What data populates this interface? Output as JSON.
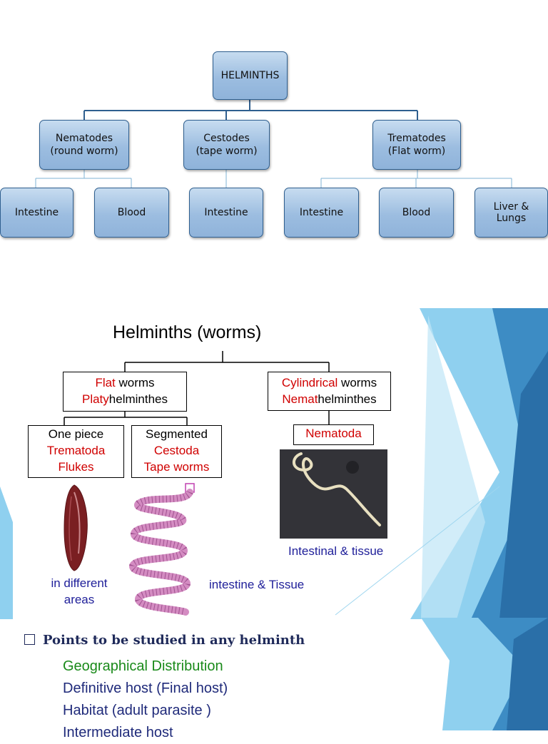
{
  "chart1": {
    "root": "HELMINTHS",
    "groups": [
      {
        "line1": "Nematodes",
        "line2": "(round worm)"
      },
      {
        "line1": "Cestodes",
        "line2": "(tape worm)"
      },
      {
        "line1": "Trematodes",
        "line2": "(Flat worm)"
      }
    ],
    "leaves": [
      {
        "line1": "Intestine",
        "line2": ""
      },
      {
        "line1": "Blood",
        "line2": ""
      },
      {
        "line1": "Intestine",
        "line2": ""
      },
      {
        "line1": "Intestine",
        "line2": ""
      },
      {
        "line1": "Blood",
        "line2": ""
      },
      {
        "line1": "Liver &",
        "line2": "Lungs"
      }
    ]
  },
  "slide2": {
    "title": "Helminths (worms)",
    "flat": {
      "red1": "Flat",
      "rest1": " worms",
      "red2": "Platy",
      "rest2": "helminthes"
    },
    "cyl": {
      "red1": "Cylindrical",
      "rest1": " worms",
      "red2": "Nemat",
      "rest2": "helminthes"
    },
    "one_piece": {
      "line1": "One piece",
      "line2": "Trematoda",
      "line3": "Flukes"
    },
    "segmented": {
      "line1": "Segmented",
      "line2": "Cestoda",
      "line3": "Tape worms"
    },
    "nematoda": "Nematoda",
    "cap_fluke1": "in different",
    "cap_fluke2": "areas",
    "cap_tape": "intestine & Tissue",
    "cap_nema": "Intestinal & tissue"
  },
  "slide3": {
    "heading": "Points to be studied in any helminth",
    "points": [
      {
        "text": "Geographical Distribution",
        "color": "#1a8a1a"
      },
      {
        "text": "Definitive host (Final host)",
        "color": "#1f2a7a"
      },
      {
        "text": "Habitat (adult parasite )",
        "color": "#1f2a7a"
      },
      {
        "text": "Intermediate host",
        "color": "#1f2a7a"
      }
    ]
  },
  "colors": {
    "accent_blue": "#2f5f8f",
    "red_text": "#d00000",
    "dark_blue_text": "#20209a"
  }
}
